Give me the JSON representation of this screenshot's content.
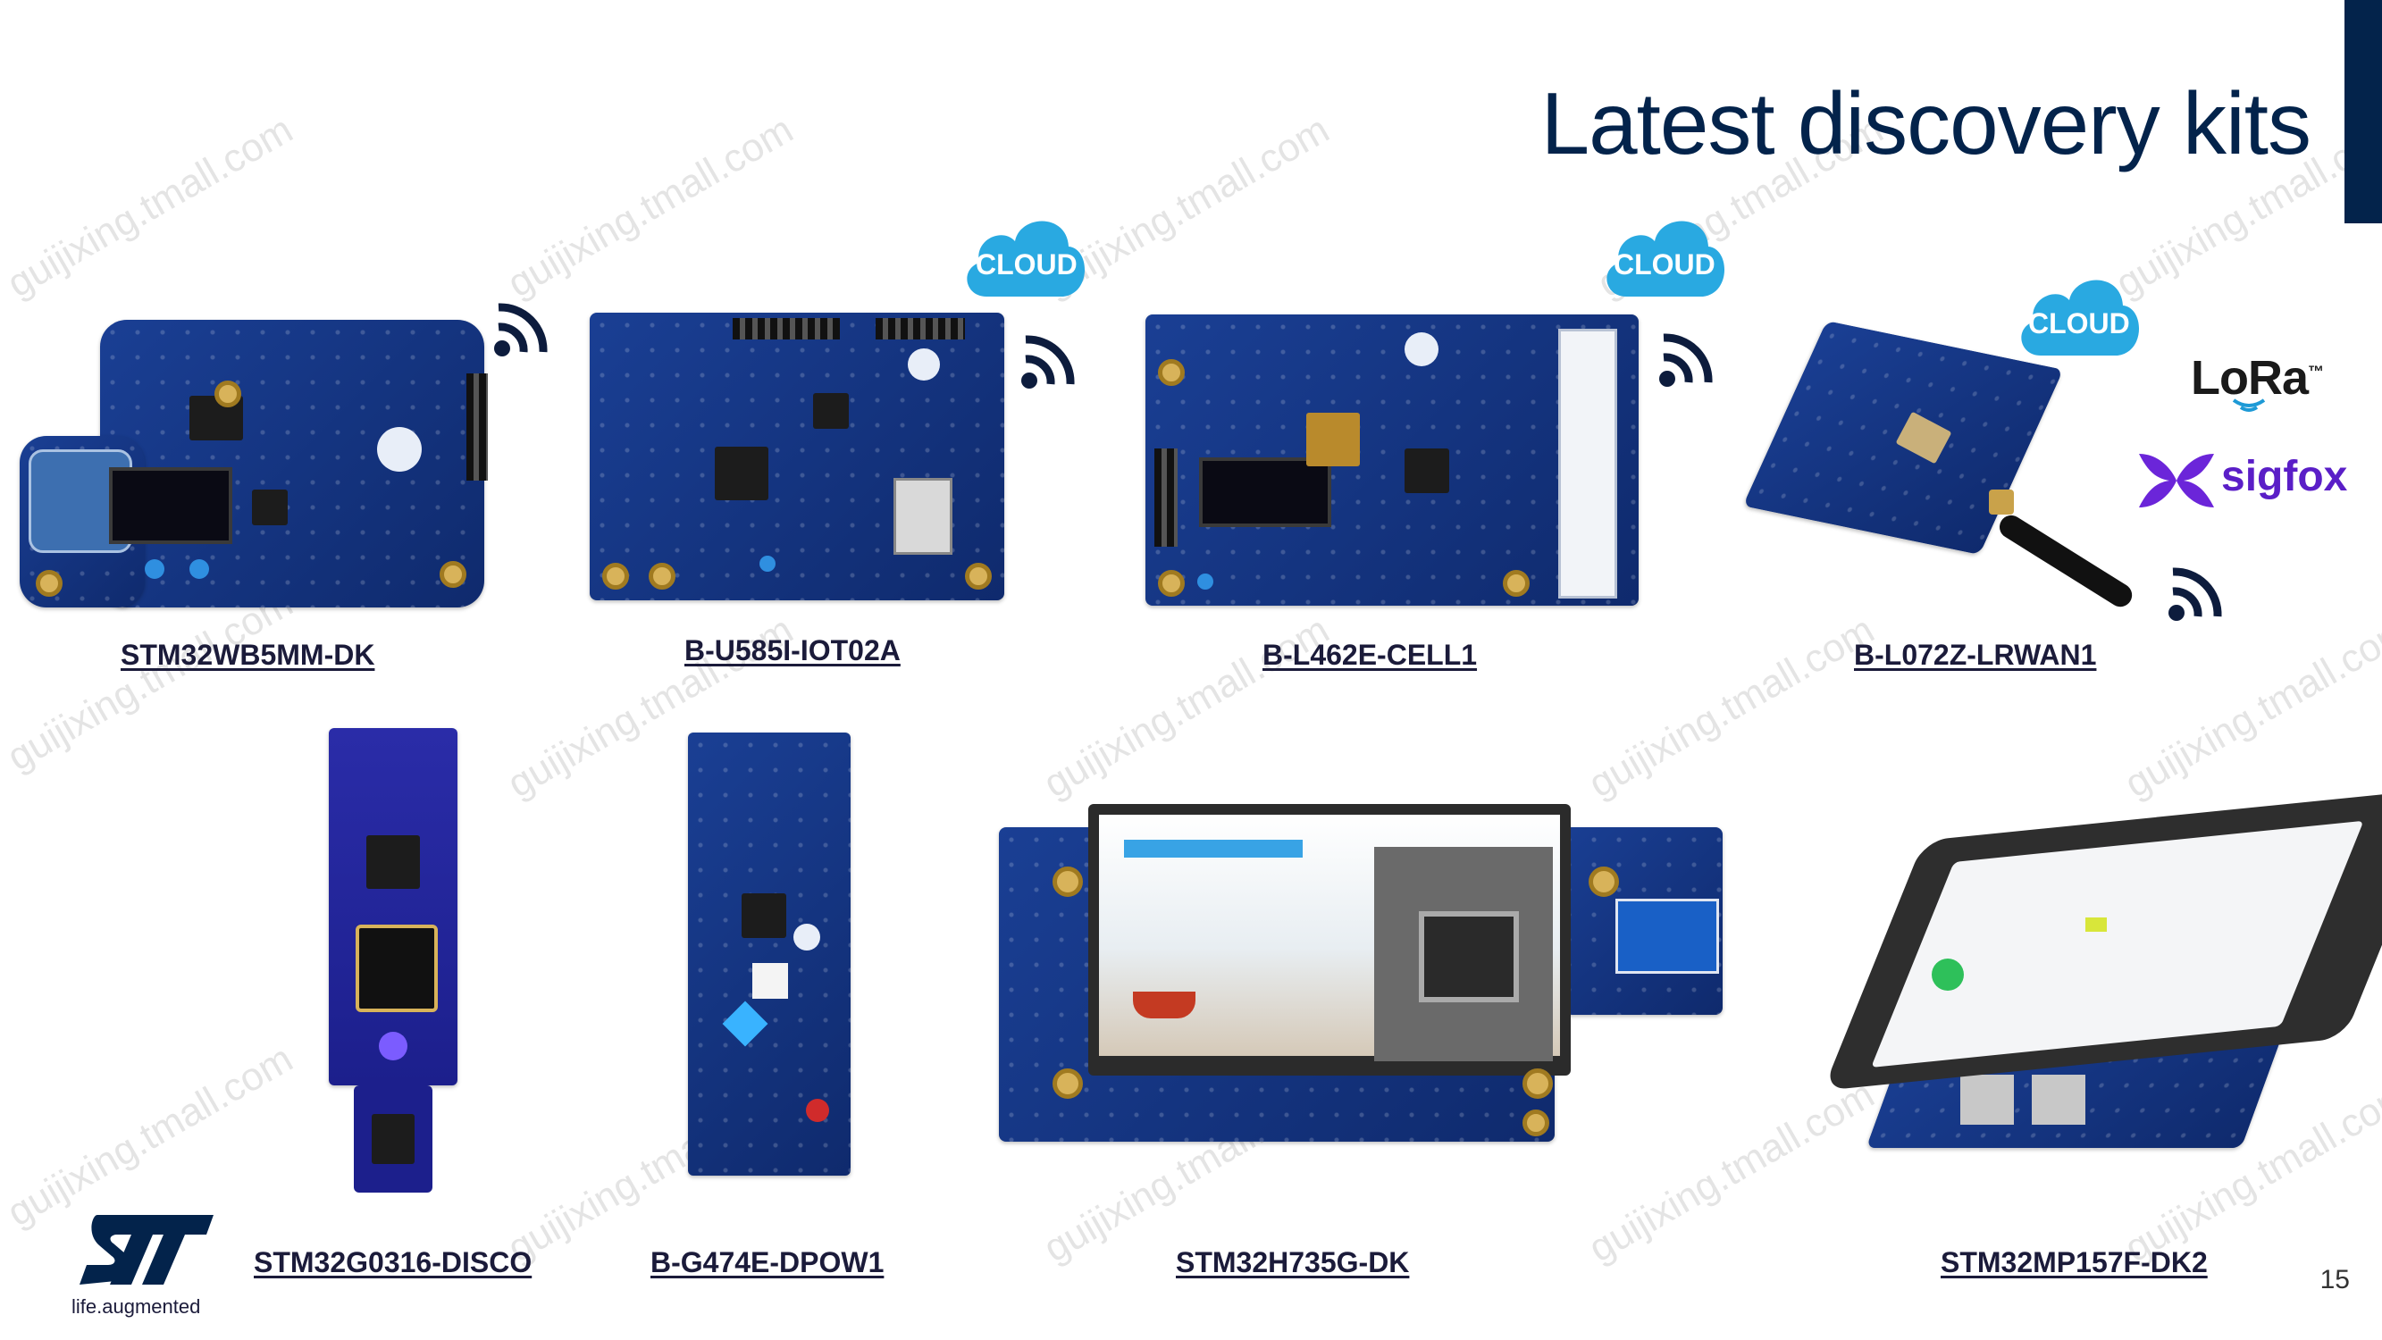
{
  "slide": {
    "title": "Latest discovery kits",
    "page_number": "15",
    "tagline": "life.augmented",
    "watermark": "guijixing.tmall.com",
    "accent_color": "#03234b"
  },
  "badges": {
    "cloud": "CLOUD",
    "lora": "LoRa",
    "lora_tm": "™",
    "sigfox": "sigfox"
  },
  "kits": [
    {
      "name": "STM32WB5MM-DK"
    },
    {
      "name": "B-U585I-IOT02A"
    },
    {
      "name": "B-L462E-CELL1"
    },
    {
      "name": "B-L072Z-LRWAN1"
    },
    {
      "name": "STM32G0316-DISCO"
    },
    {
      "name": "B-G474E-DPOW1"
    },
    {
      "name": "STM32H735G-DK"
    },
    {
      "name": "STM32MP157F-DK2"
    }
  ],
  "icons": {
    "wifi": "wireless-signal-icon",
    "cloud": "cloud-icon",
    "logo": "st-logo-icon"
  }
}
